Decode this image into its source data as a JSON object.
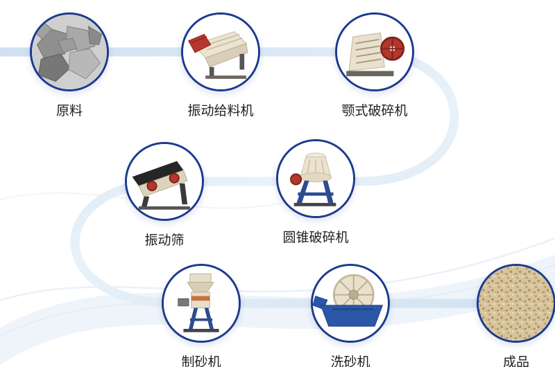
{
  "colors": {
    "ring": "#1c3a8c",
    "ribbon_dark": "#cfe0f1",
    "ribbon_light": "#e9f2f9",
    "machine_red": "#b5362c",
    "machine_cream": "#e9e0cd",
    "machine_blue": "#2c4c92",
    "background": "#ffffff",
    "label_text": "#1f1f1f"
  },
  "flow": {
    "items": [
      {
        "id": "raw-material",
        "label": "原料"
      },
      {
        "id": "vibrating-feeder",
        "label": "振动给料机"
      },
      {
        "id": "jaw-crusher",
        "label": "颚式破碎机"
      },
      {
        "id": "vibrating-screen",
        "label": "振动筛"
      },
      {
        "id": "cone-crusher",
        "label": "圆锥破碎机"
      },
      {
        "id": "sand-making-machine",
        "label": "制砂机"
      },
      {
        "id": "sand-washing-machine",
        "label": "洗砂机"
      },
      {
        "id": "finished-product",
        "label": "成品"
      }
    ]
  }
}
